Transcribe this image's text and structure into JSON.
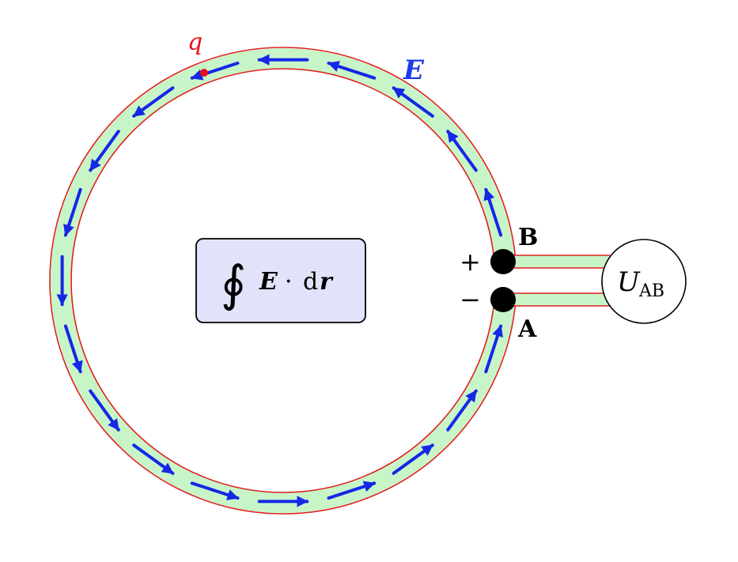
{
  "labels": {
    "charge": "q",
    "field": "E",
    "terminal_b": "B",
    "terminal_a": "A",
    "plus": "+",
    "minus": "−",
    "meter_symbol": "U",
    "meter_subscript": "AB",
    "integral_sign": "∮",
    "integral_field": "E",
    "integral_dot": "·",
    "integral_d": "d",
    "integral_r": "r"
  },
  "colors": {
    "wire_fill": "#c8f5c8",
    "wire_edge": "#e02020",
    "arrow": "#1428e6",
    "charge": "#e8101a",
    "field_label": "#1f3ae6",
    "formula_box_fill": "#e2e2fb",
    "formula_box_stroke": "#000000",
    "terminal": "#000000",
    "text": "#000000"
  },
  "icons": {
    "terminals": "filled-circle",
    "meter": "circle"
  }
}
